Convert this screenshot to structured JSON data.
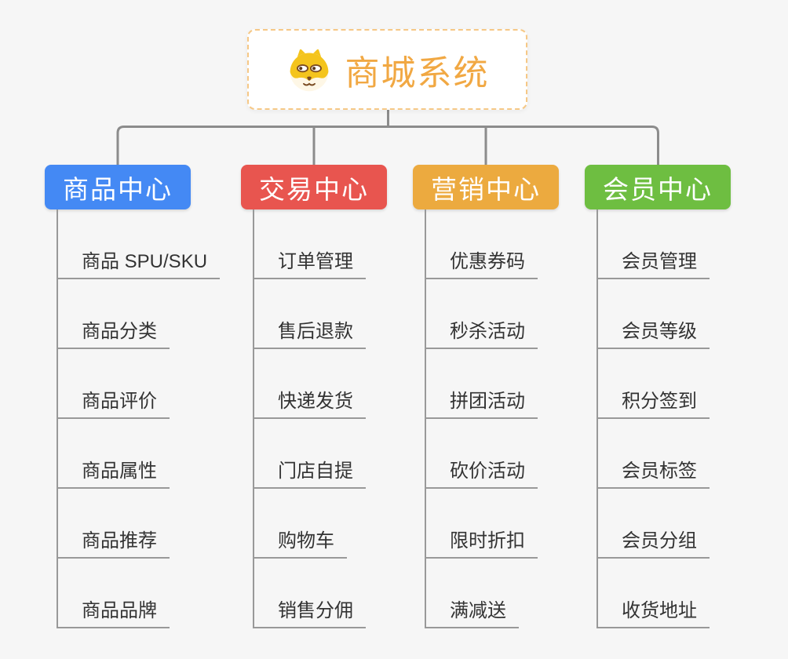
{
  "root": {
    "title": "商城系统",
    "icon": "shiba-dog-icon"
  },
  "branches": [
    {
      "label": "商品中心",
      "color": "#4489F4",
      "children": [
        "商品 SPU/SKU",
        "商品分类",
        "商品评价",
        "商品属性",
        "商品推荐",
        "商品品牌"
      ]
    },
    {
      "label": "交易中心",
      "color": "#E8554F",
      "children": [
        "订单管理",
        "售后退款",
        "快递发货",
        "门店自提",
        "购物车",
        "销售分佣"
      ]
    },
    {
      "label": "营销中心",
      "color": "#ECAA3F",
      "children": [
        "优惠券码",
        "秒杀活动",
        "拼团活动",
        "砍价活动",
        "限时折扣",
        "满减送"
      ]
    },
    {
      "label": "会员中心",
      "color": "#6EBE41",
      "children": [
        "会员管理",
        "会员等级",
        "积分签到",
        "会员标签",
        "会员分组",
        "收货地址"
      ]
    }
  ],
  "colors": {
    "background": "#F6F6F6",
    "connector": "#8C8C8C",
    "child_line": "#999999",
    "child_text": "#333333",
    "root_text": "#F1A843",
    "root_border": "#F6C886"
  }
}
